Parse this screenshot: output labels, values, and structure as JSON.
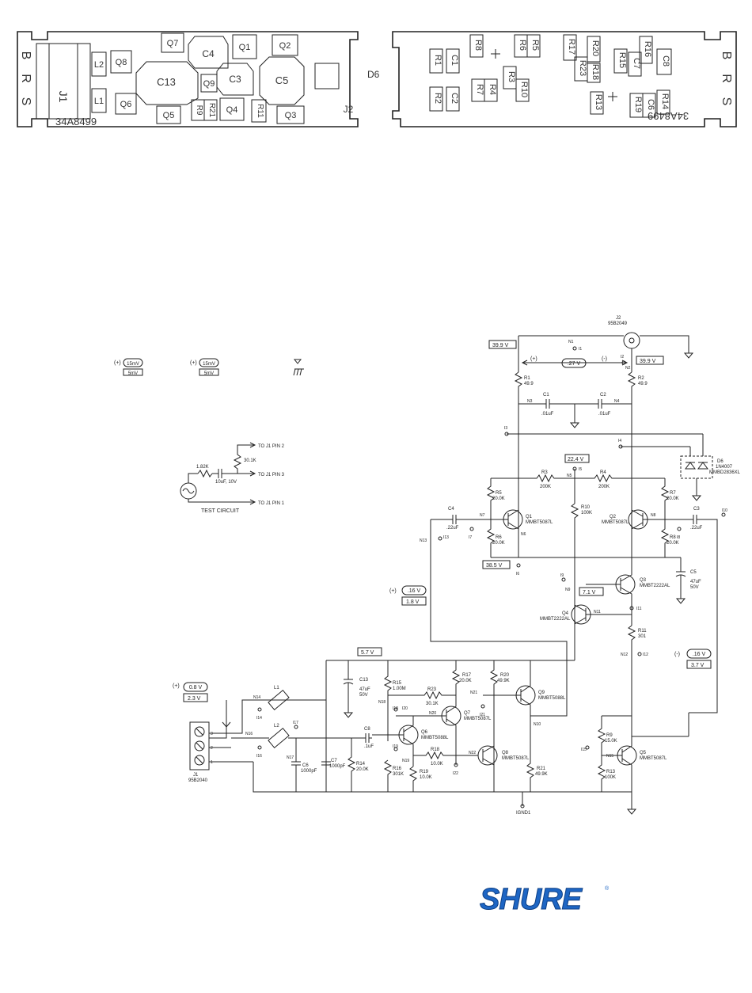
{
  "pcb_left": {
    "board_code": "34A8499",
    "side_letters": [
      "B",
      "R",
      "S"
    ],
    "parts": [
      "J1",
      "L2",
      "L1",
      "Q8",
      "C13",
      "Q6",
      "Q5",
      "Q7",
      "C4",
      "Q9",
      "R9",
      "R21",
      "Q1",
      "C3",
      "Q4",
      "R11",
      "Q2",
      "C5",
      "Q3",
      "J2"
    ]
  },
  "pcb_right": {
    "board_code": "34A8499",
    "side_letters": [
      "B",
      "R",
      "S"
    ],
    "parts": [
      "R1",
      "C1",
      "R2",
      "C2",
      "R8",
      "R7",
      "R4",
      "R6",
      "R5",
      "R3",
      "R10",
      "R17",
      "R20",
      "R18",
      "R23",
      "R13",
      "R15",
      "R16",
      "C8",
      "C7",
      "R19",
      "C6",
      "R14"
    ]
  },
  "d6_label": "D6",
  "legend": {
    "pos_label": "(+)",
    "oval_val_1": "15mV",
    "oval_val_2": "15mV",
    "box_val_1": "5mV",
    "box_val_2": "5mV"
  },
  "test_circuit": {
    "title": "TEST CIRCUIT",
    "r_series": "1.82K",
    "r_shunt": "30.1K",
    "cap": "10uF, 10V",
    "pin2": "TO J1 PIN 2",
    "pin3": "TO J1 PIN 3",
    "pin1": "TO J1 PIN 1"
  },
  "schematic": {
    "j2": {
      "ref": "J2",
      "part": "95B2049"
    },
    "j1": {
      "ref": "J1",
      "part": "95B2040"
    },
    "v_top_left": "39.9 V",
    "v_top_right": "39.9 V",
    "v_top_mid": ".27 V",
    "v_n5": "22.4 V",
    "v_bot_left": "38.5 V",
    "v_q3": "7.1 V",
    "v_rail": "5.7 V",
    "v_in_pos_oval": ".16 V",
    "v_in_pos_box": "1.8 V",
    "v_in_neg_oval": ".16 V",
    "v_in_neg_box": "3.7 V",
    "v_j1_oval": "0.8 V",
    "v_j1_box": "2.3 V",
    "pos": "(+)",
    "neg": "(-)",
    "r1": "R1",
    "r1v": "49.9",
    "r2": "R2",
    "r2v": "49.9",
    "c1": "C1",
    "c1v": ".01uF",
    "c2": "C2",
    "c2v": ".01uF",
    "r3": "R3",
    "r3v": "200K",
    "r4": "R4",
    "r4v": "200K",
    "r5": "R5",
    "r5v": "20.0K",
    "r6": "R6",
    "r6v": "20.0K",
    "r7": "R7",
    "r7v": "20.0K",
    "r8": "R8",
    "r8v": "20.0K",
    "r10": "R10",
    "r10v": "100K",
    "r11": "R11",
    "r11v": "301",
    "c4": "C4",
    "c4v": ".22uF",
    "c3": "C3",
    "c3v": ".22uF",
    "c5": "C5",
    "c5v": "47uF",
    "c5v2": "50V",
    "q1": "Q1",
    "q1p": "MMBT5087L",
    "q2": "Q2",
    "q2p": "MMBT5087L",
    "q3": "Q3",
    "q3p": "MMBT2222AL",
    "q4": "Q4",
    "q4p": "MMBT2222AL",
    "d6": "D6",
    "d6p1": "1N4007",
    "d6p2": "MMBD2836XL",
    "c13": "C13",
    "c13v": "47uF",
    "c13v2": "50V",
    "r15": "R15",
    "r15v": "1.00M",
    "r17": "R17",
    "r17v": "20.0K",
    "r20": "R20",
    "r20v": "49.9K",
    "r23": "R23",
    "r23v": "30.1K",
    "q9": "Q9",
    "q9p": "MMBT5088L",
    "q7": "Q7",
    "q7p": "MMBT5087L",
    "q6": "Q6",
    "q6p": "MMBT5088L",
    "q8": "Q8",
    "q8p": "MMBT5087L",
    "r18": "R18",
    "r18v": "10.0K",
    "r16": "R16",
    "r16v": "301K",
    "r19": "R19",
    "r19v": "10.0K",
    "r21": "R21",
    "r21v": "49.9K",
    "r14": "R14",
    "r14v": "20.0K",
    "c6": "C6",
    "c6v": "1000pF",
    "c7": "C7",
    "c7v": "1000pF",
    "c8": "C8",
    "c8v": ".1uF",
    "r9": "R9",
    "r9v": "15.0K",
    "r13": "R13",
    "r13v": "100K",
    "q5": "Q5",
    "q5p": "MMBT5087L",
    "l1": "L1",
    "l2": "L2",
    "gnd": "IGND1",
    "nodes": {
      "n1": "N1",
      "n2": "N2",
      "n3": "N3",
      "n4": "N4",
      "n5": "N5",
      "n6": "N6",
      "n7": "N7",
      "n8": "N8",
      "n9": "N9",
      "n10": "N10",
      "n11": "N11",
      "n12": "N12",
      "n13": "N13",
      "n14": "N14",
      "n15": "N15",
      "n16": "N16",
      "n17": "N17",
      "n18": "N18",
      "n19": "N19",
      "n20": "N20",
      "n21": "N21",
      "n22": "N22"
    },
    "tps": {
      "i1": "I1",
      "i2": "I2",
      "i3": "I3",
      "i4": "I4",
      "i5": "I5",
      "i6": "I6",
      "i7": "I7",
      "i8": "I8",
      "i9": "I9",
      "i10": "I10",
      "i11": "I11",
      "i12": "I12",
      "i13": "I13",
      "i14": "I14",
      "i15": "I15",
      "i16": "I16",
      "i17": "I17",
      "i18": "I18",
      "i19": "I19",
      "i20": "I20",
      "i21": "I21",
      "i22": "I22"
    }
  },
  "logo": "SHURE",
  "colors": {
    "logo": "#1e66c4",
    "ink": "#222222"
  }
}
